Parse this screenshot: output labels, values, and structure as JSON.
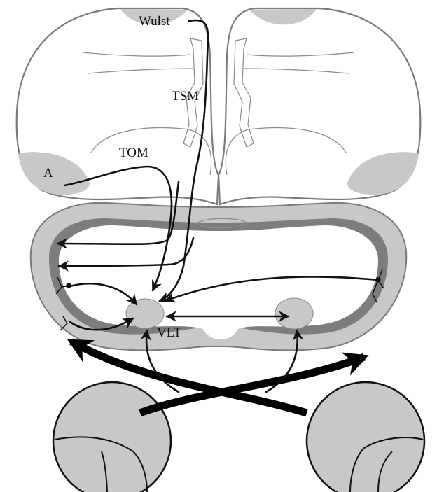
{
  "labels": {
    "wulst": "Wulst",
    "tsm": "TSM",
    "tom": "TOM",
    "a": "A",
    "vlt": "VLT"
  },
  "colors": {
    "outline": "#7a7a7a",
    "light_grey": "#c8c8c8",
    "dark_grey": "#7d7d7d",
    "pathway": "#111111"
  }
}
